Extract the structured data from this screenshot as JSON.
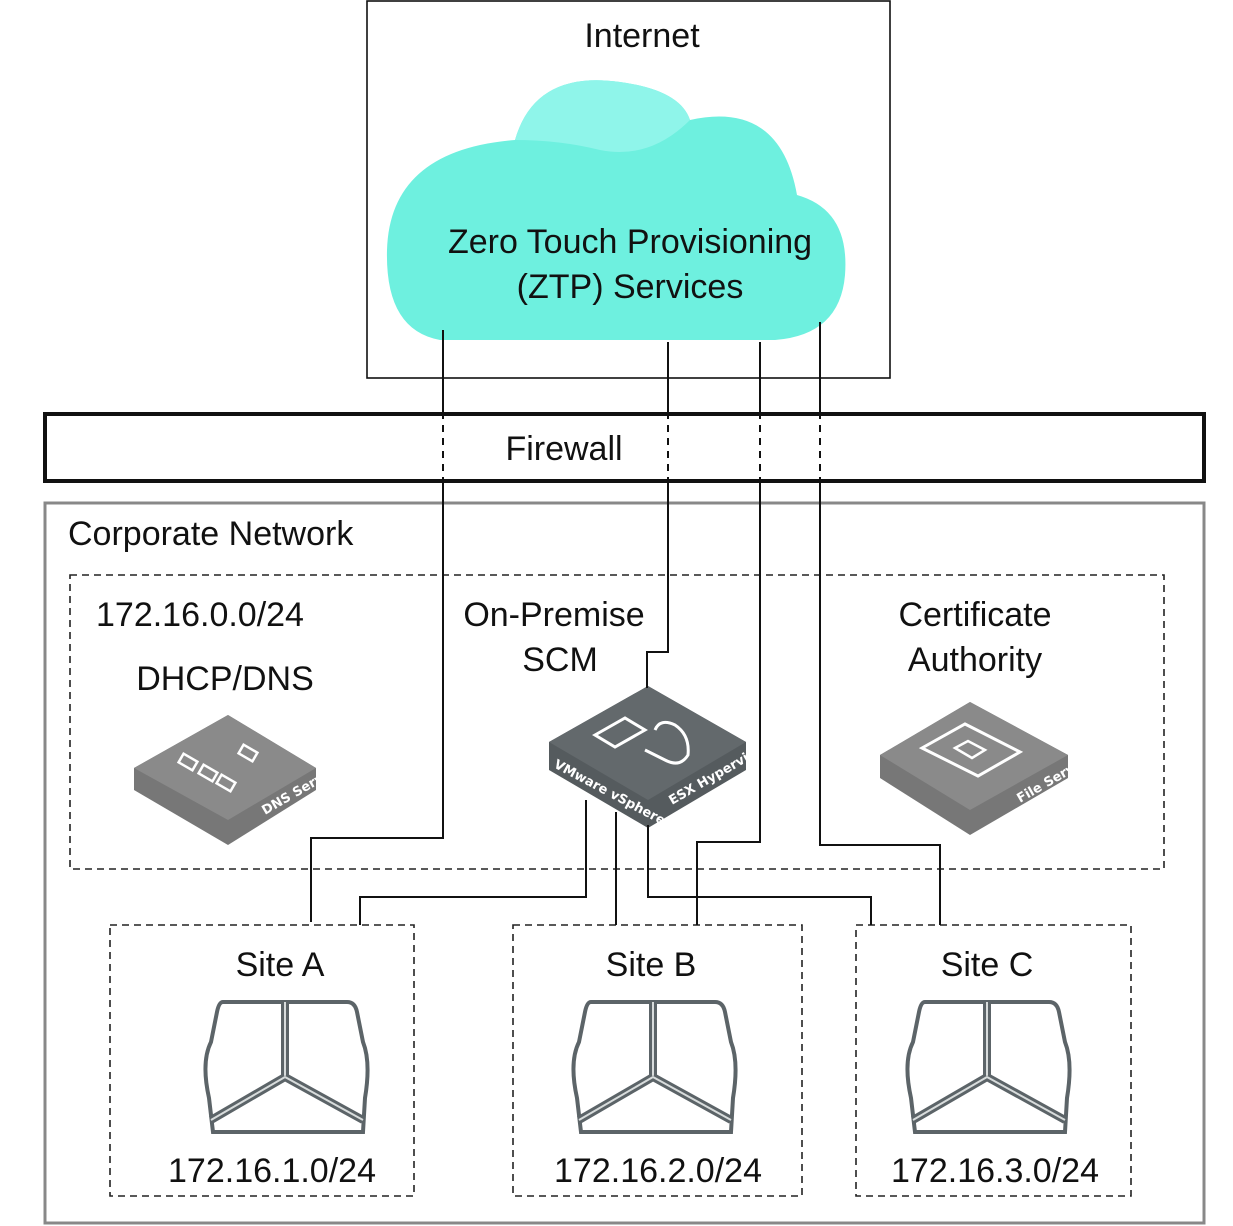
{
  "internet": {
    "title": "Internet"
  },
  "cloud": {
    "line1": "Zero Touch Provisioning",
    "line2": "(ZTP) Services",
    "color": "#6ef0df"
  },
  "firewall": {
    "label": "Firewall"
  },
  "corporate": {
    "label": "Corporate Network"
  },
  "dhcp": {
    "subnet": "172.16.0.0/24",
    "label": "DHCP/DNS",
    "device_label": "DNS Server",
    "icon": "dns-server-icon"
  },
  "scm": {
    "line1": "On-Premise",
    "line2": "SCM",
    "device_left": "VMware vSphere",
    "device_right": "ESX Hypervisor",
    "icon": "hypervisor-icon"
  },
  "ca": {
    "line1": "Certificate",
    "line2": "Authority",
    "device_label": "File Server",
    "icon": "file-server-icon"
  },
  "sites": [
    {
      "name": "Site A",
      "subnet": "172.16.1.0/24",
      "icon": "access-point-icon"
    },
    {
      "name": "Site B",
      "subnet": "172.16.2.0/24",
      "icon": "access-point-icon"
    },
    {
      "name": "Site C",
      "subnet": "172.16.3.0/24",
      "icon": "access-point-icon"
    }
  ]
}
